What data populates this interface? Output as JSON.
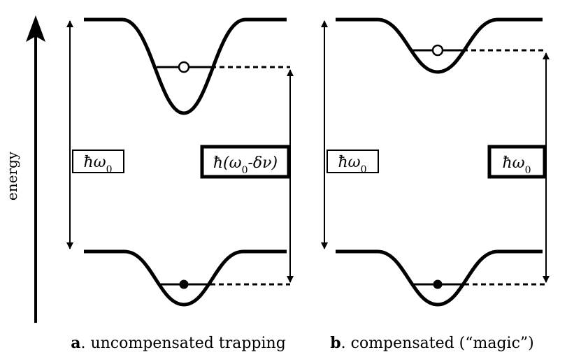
{
  "axis": {
    "label": "energy"
  },
  "panels": [
    {
      "letter": "a",
      "caption_rest": ". uncompensated trapping",
      "left_label": {
        "symbol": "ħω",
        "subscript": "0"
      },
      "right_label": {
        "symbol_prefix": "ħ(ω",
        "subscript": "0",
        "symbol_suffix": "-δν)"
      }
    },
    {
      "letter": "b",
      "caption_rest": ". compensated (“magic”)",
      "left_label": {
        "symbol": "ħω",
        "subscript": "0"
      },
      "right_label": {
        "symbol": "ħω",
        "subscript": "0"
      }
    }
  ],
  "colors": {
    "ink": "#000000",
    "background": "#ffffff"
  }
}
